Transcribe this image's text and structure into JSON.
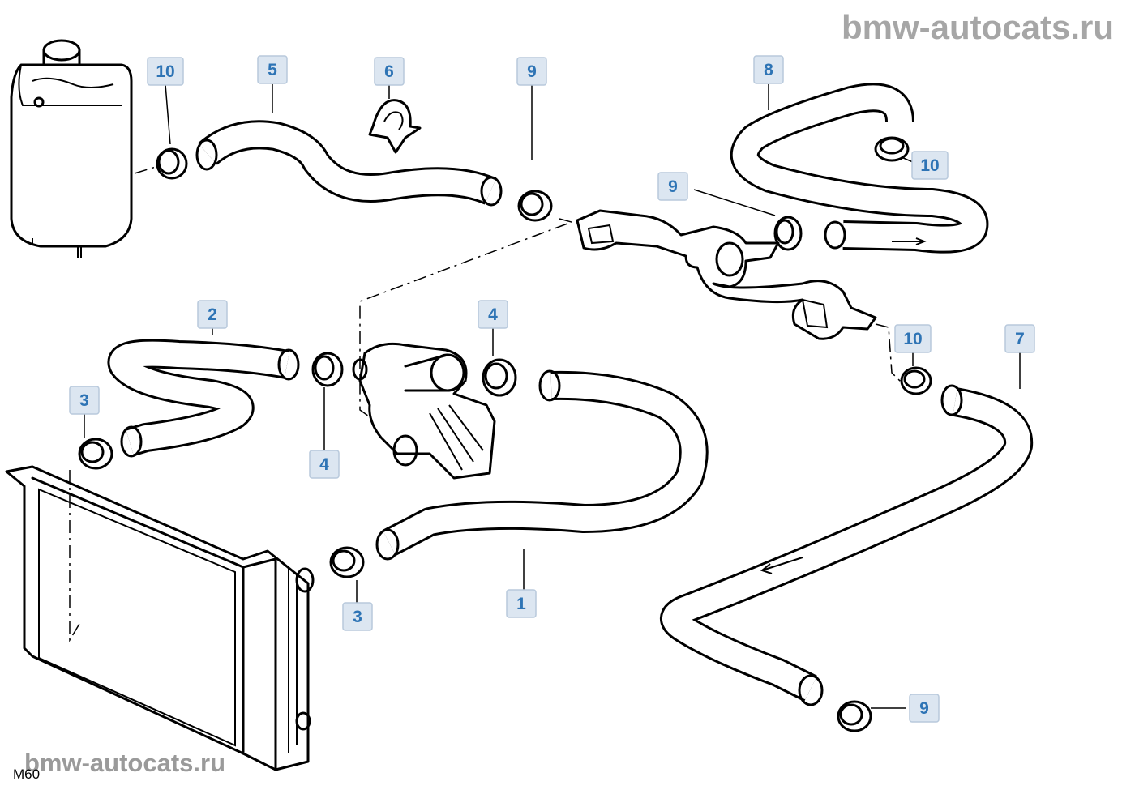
{
  "watermark_top": "bmw-autocats.ru",
  "watermark_bottom": "bmw-autocats.ru",
  "engine_code": "M60",
  "callouts": [
    "10",
    "5",
    "6",
    "9",
    "8",
    "10",
    "9",
    "2",
    "4",
    "3",
    "4",
    "10",
    "7",
    "1",
    "3",
    "9"
  ]
}
